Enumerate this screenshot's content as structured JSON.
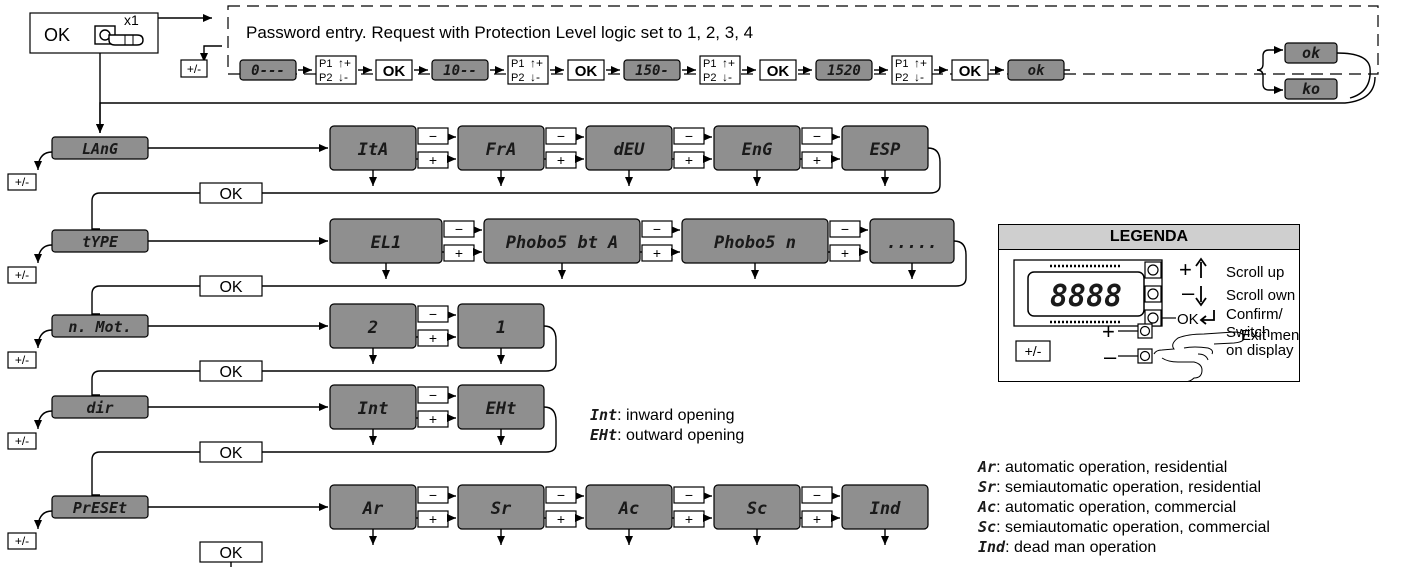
{
  "top_box": {
    "ok_label": "OK",
    "multiplier": "x1"
  },
  "password": {
    "title": "Password entry. Request with Protection Level logic set to 1, 2, 3, 4",
    "steps": [
      "0---",
      "10--",
      "150-",
      "1520"
    ],
    "ok_label": "OK",
    "p_keys": {
      "p1": "P1",
      "p2": "P2",
      "up": "↑+",
      "down": "↓-"
    },
    "result_ok": "ok",
    "result_ok_small": "ok",
    "result_ko": "ko"
  },
  "exit_label": "+/-",
  "ok_label": "OK",
  "minus_label": "−",
  "plus_label": "+",
  "menus": [
    {
      "name": "LAnG",
      "options": [
        "ItA",
        "FrA",
        "dEU",
        "EnG",
        "ESP"
      ]
    },
    {
      "name": "tYPE",
      "options": [
        "EL1",
        "Phobo5 bt A",
        "Phobo5 n",
        "....."
      ]
    },
    {
      "name": "n. Mot.",
      "options": [
        "2",
        "1"
      ]
    },
    {
      "name": "dir",
      "options": [
        "Int",
        "EHt"
      ]
    },
    {
      "name": "PrESEt",
      "options": [
        "Ar",
        "Sr",
        "Ac",
        "Sc",
        "Ind"
      ]
    }
  ],
  "dir_notes": [
    {
      "code": "Int",
      "text": ": inward opening"
    },
    {
      "code": "EHt",
      "text": ": outward opening"
    }
  ],
  "preset_notes": [
    {
      "code": "Ar",
      "text": ": automatic operation, residential"
    },
    {
      "code": "Sr",
      "text": ": semiautomatic operation, residential"
    },
    {
      "code": "Ac",
      "text": ": automatic operation, commercial"
    },
    {
      "code": "Sc",
      "text": ": semiautomatic operation, commercial"
    },
    {
      "code": "Ind",
      "text": ": dead man operation"
    }
  ],
  "legend": {
    "title": "LEGENDA",
    "display": "8888",
    "scroll_up": "Scroll up",
    "scroll_down": "Scroll own",
    "confirm": "Confirm/",
    "switch": "Switch",
    "on_display": "on display",
    "ok": "OK",
    "exit_key": "+/-",
    "exit": "Exit menù"
  }
}
